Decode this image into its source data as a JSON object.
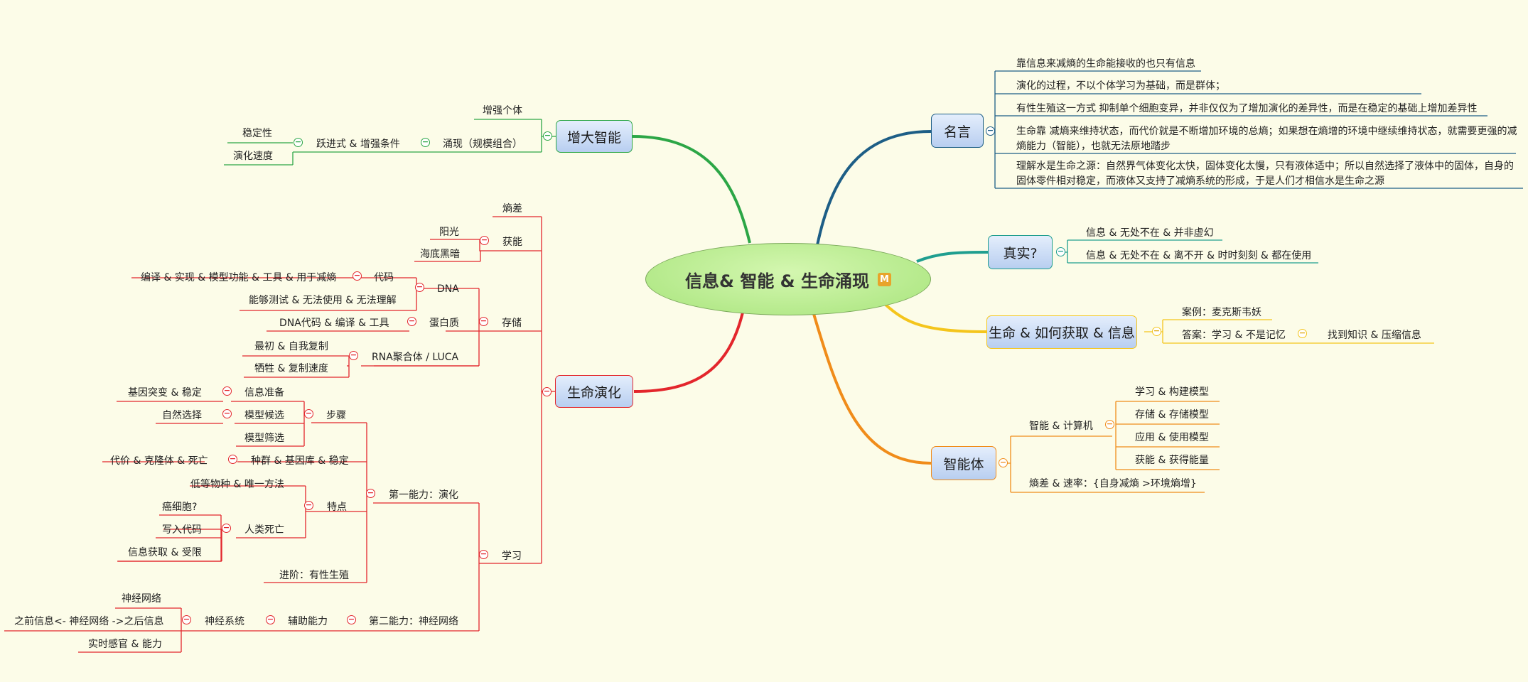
{
  "central": {
    "title": "信息& 智能 & 生命涌现",
    "marker": "M"
  },
  "branches": {
    "mingyan": {
      "title": "名言",
      "items": [
        "靠信息来减熵的生命能接收的也只有信息",
        "演化的过程，不以个体学习为基础，而是群体；",
        "有性生殖这一方式 抑制单个细胞变异，并非仅仅为了增加演化的差异性，而是在稳定的基础上增加差异性",
        "生命靠 减熵来维持状态，而代价就是不断增加环境的总熵；如果想在熵增的环境中继续维持状态，就需要更强的减熵能力（智能），也就无法原地踏步",
        "理解水是生命之源：自然界气体变化太快，固体变化太慢，只有液体适中；所以自然选择了液体中的固体，自身的固体零件相对稳定，而液体又支持了减熵系统的形成，于是人们才相信水是生命之源"
      ]
    },
    "zhenshi": {
      "title": "真实?",
      "items": [
        "信息 & 无处不在 & 并非虚幻",
        "信息 & 无处不在 & 离不开 & 时时刻刻 & 都在使用"
      ]
    },
    "shengming": {
      "title": "生命 & 如何获取 & 信息",
      "case": "案例：麦克斯韦妖",
      "answer": "答案：学习 & 不是记忆",
      "answer_child": "找到知识 & 压缩信息"
    },
    "zhinengti": {
      "title": "智能体",
      "computer": "智能 & 计算机",
      "computer_items": [
        "学习 & 构建模型",
        "存储 & 存储模型",
        "应用 & 使用模型",
        "获能 & 获得能量"
      ],
      "entropy_rate": "熵差 & 速率：{自身减熵 >环境熵增}"
    },
    "zengda": {
      "title": "增大智能",
      "enhance": "增强个体",
      "emerge": "涌现（规模组合）",
      "leap": "跃进式 & 增强条件",
      "stable": "稳定性",
      "speed": "演化速度"
    },
    "yanhua": {
      "title": "生命演化",
      "shangcha": "熵差",
      "huoneng": {
        "label": "获能",
        "items": [
          "阳光",
          "海底黑暗"
        ]
      },
      "cunchu": {
        "label": "存储",
        "dna": {
          "label": "DNA",
          "code": "代码",
          "code_detail": "编译 & 实现 & 模型功能 & 工具 & 用于减熵",
          "detect": "能够测试 & 无法使用 & 无法理解"
        },
        "protein": {
          "label": "蛋白质",
          "detail": "DNA代码 & 编译 & 工具"
        },
        "rna": {
          "label": "RNA聚合体 / LUCA",
          "items": [
            "最初 & 自我复制",
            "牺牲 & 复制速度"
          ]
        }
      },
      "xuexi": {
        "label": "学习",
        "first": {
          "label": "第一能力：演化",
          "steps": {
            "label": "步骤",
            "prepare": "信息准备",
            "prepare_detail": "基因突变 & 稳定",
            "candidate": "模型候选",
            "candidate_detail": "自然选择",
            "filter": "模型筛选"
          },
          "population": "种群 & 基因库 & 稳定",
          "population_detail": "代价 & 克隆体 & 死亡",
          "features": {
            "label": "特点",
            "low": "低等物种 & 唯一方法",
            "human": "人类死亡",
            "human_items": [
              "癌细胞?",
              "写入代码",
              "信息获取 & 受限"
            ]
          },
          "advanced": "进阶：有性生殖"
        },
        "second": {
          "label": "第二能力：神经网络",
          "aux": "辅助能力",
          "nervous": "神经系统",
          "nervous_items": [
            "神经网络",
            "之前信息<- 神经网络 ->之后信息",
            "实时感官 & 能力"
          ]
        }
      }
    }
  },
  "colors": {
    "background": "#fcfce8",
    "mingyan": "#1d5e86",
    "zhenshi": "#1f9e8f",
    "shengming": "#f4c51c",
    "zhinengti": "#f08c1a",
    "zengda": "#2ca646",
    "yanhua": "#e3262c"
  }
}
